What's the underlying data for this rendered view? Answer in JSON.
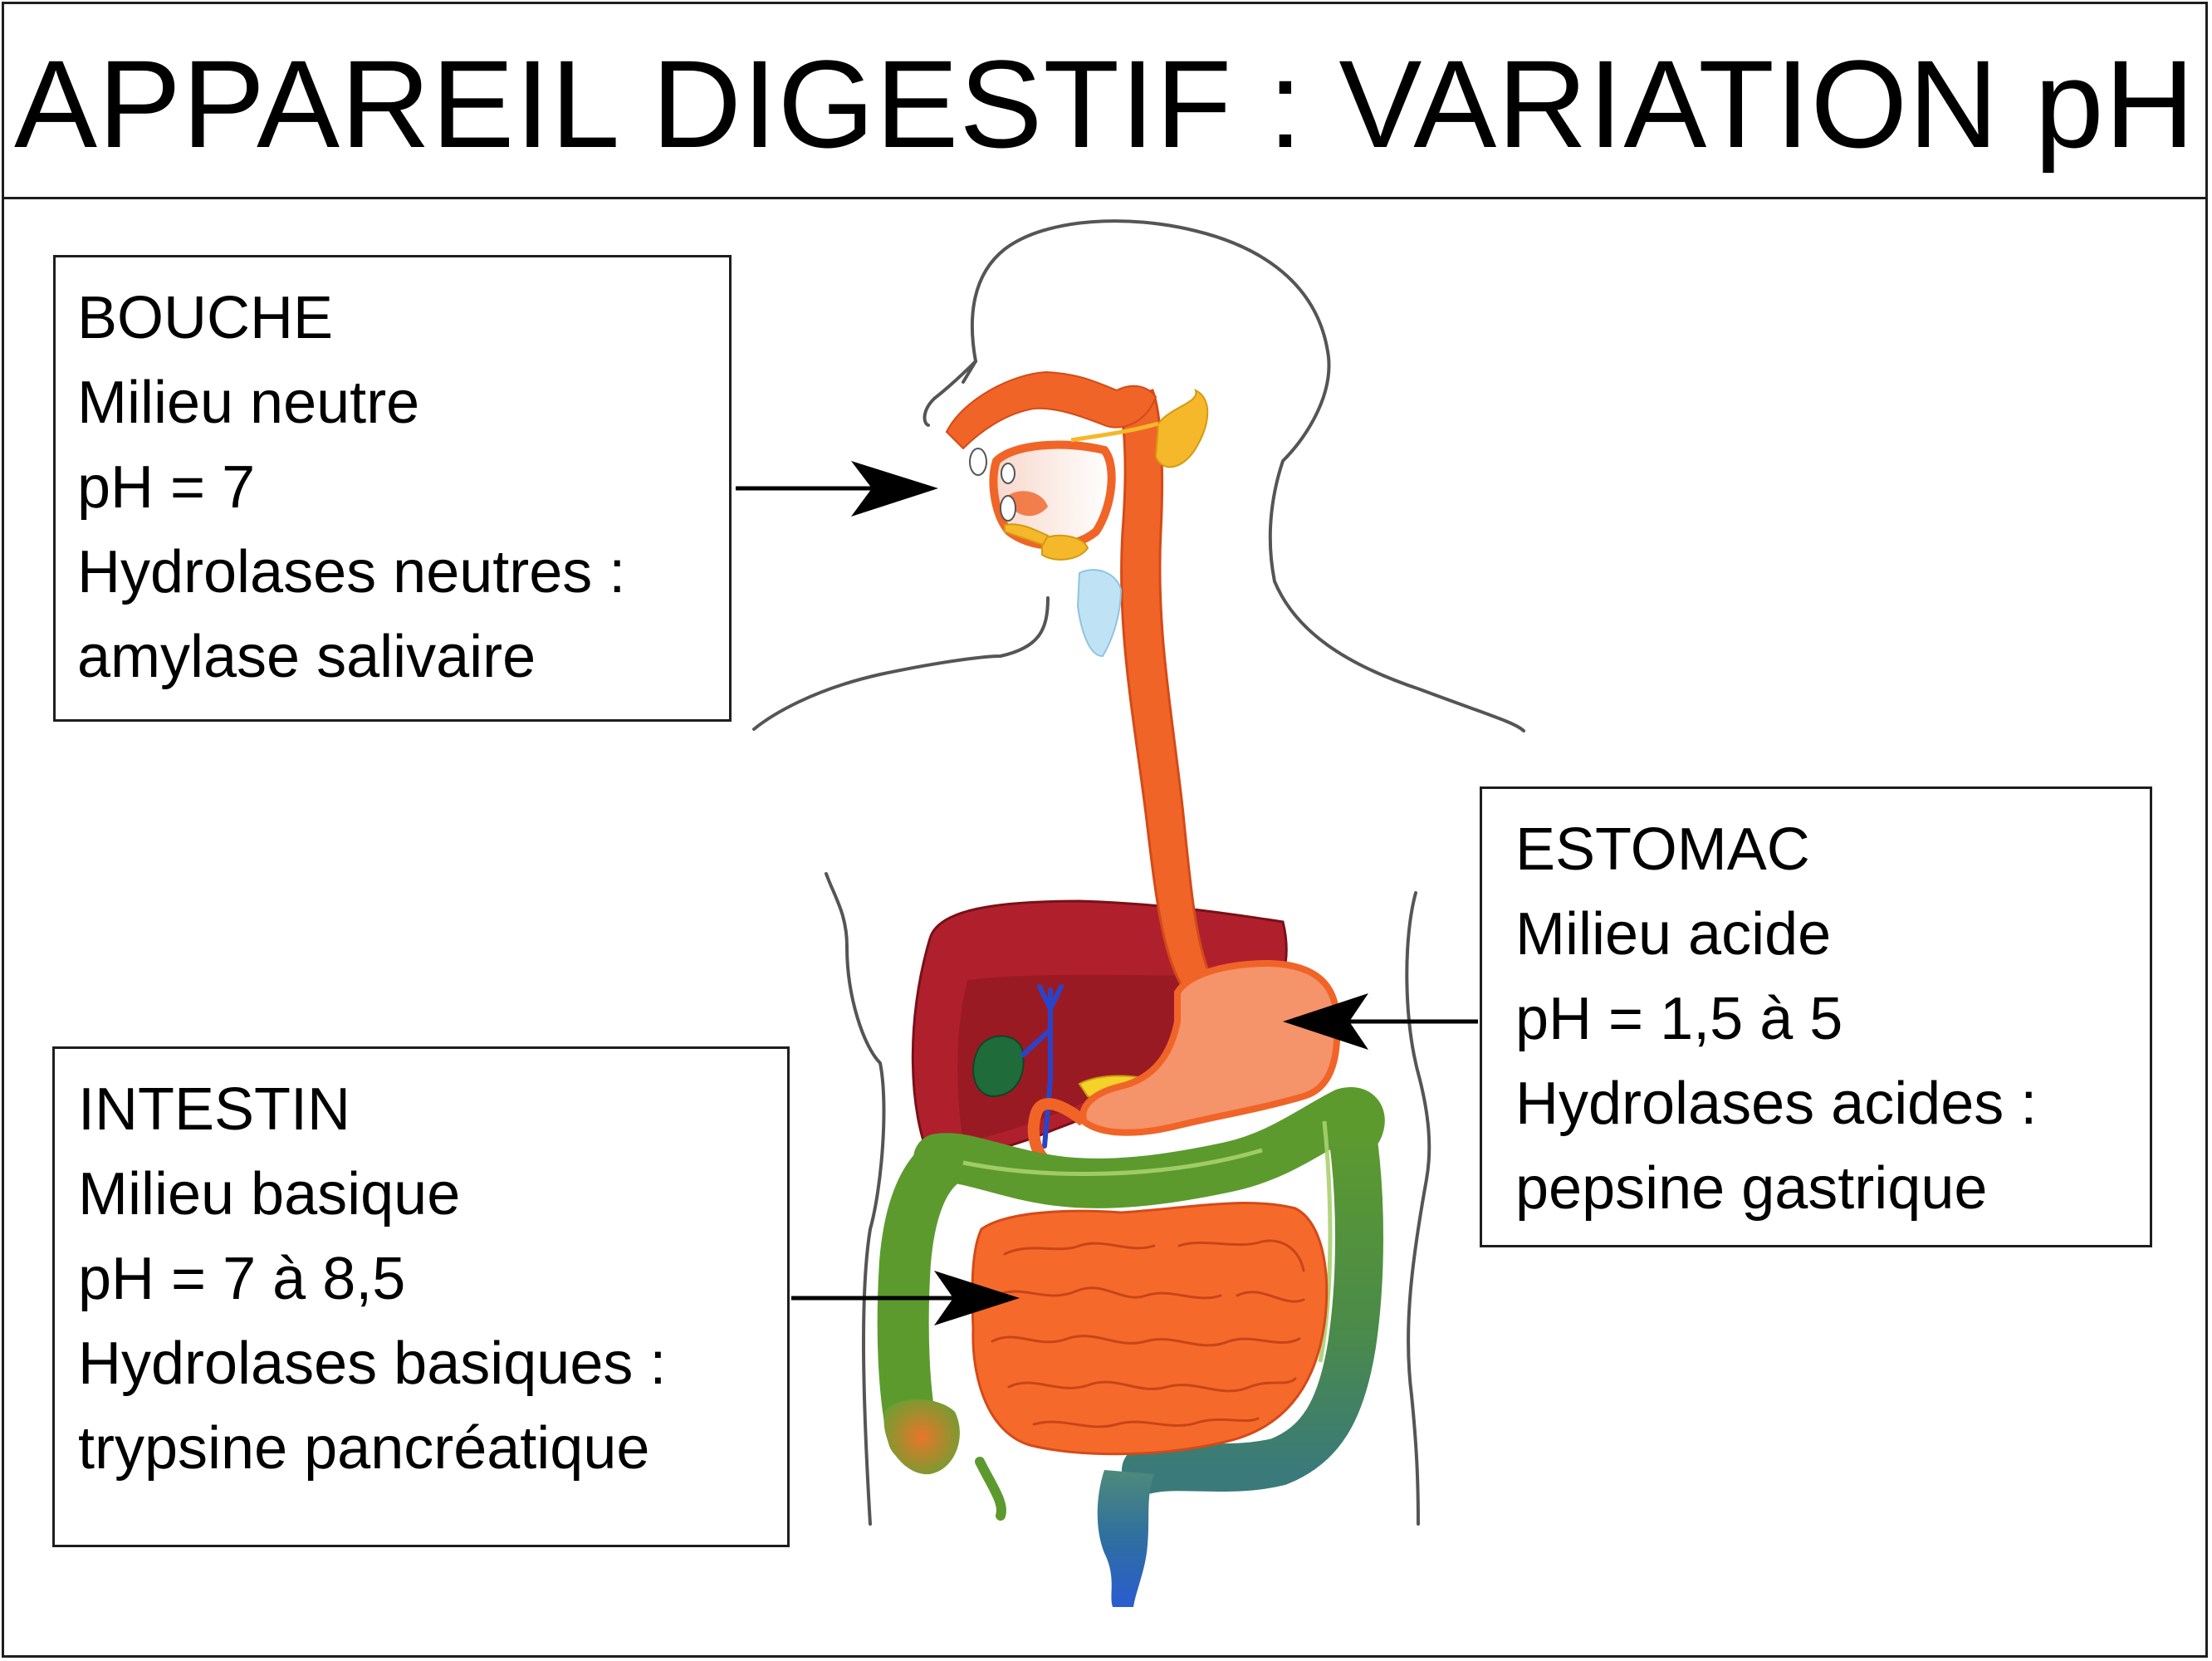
{
  "title": "APPAREIL DIGESTIF : VARIATION pH",
  "boxes": {
    "bouche": {
      "organ": "BOUCHE",
      "milieu": "Milieu neutre",
      "ph": "pH = 7",
      "hydrolases": "Hydrolases neutres :",
      "enzyme": "amylase salivaire"
    },
    "estomac": {
      "organ": "ESTOMAC",
      "milieu": "Milieu acide",
      "ph": "pH = 1,5 à 5",
      "hydrolases": "Hydrolases acides :",
      "enzyme": "pepsine gastrique"
    },
    "intestin": {
      "organ": "INTESTIN",
      "milieu": "Milieu basique",
      "ph": "pH = 7 à 8,5",
      "hydrolases": "Hydrolases basiques :",
      "enzyme": "trypsine pancréatique"
    }
  },
  "colors": {
    "body_outline": "#555555",
    "digestive_tract": "#f06428",
    "liver": "#b0202c",
    "gallbladder": "#1f6b3a",
    "large_intestine": "#5d9a2e",
    "small_intestine": "#f56a2a",
    "salivary_glands": "#f5b82a",
    "trachea": "#bfe3f5",
    "bile_duct": "#2a44c8"
  }
}
